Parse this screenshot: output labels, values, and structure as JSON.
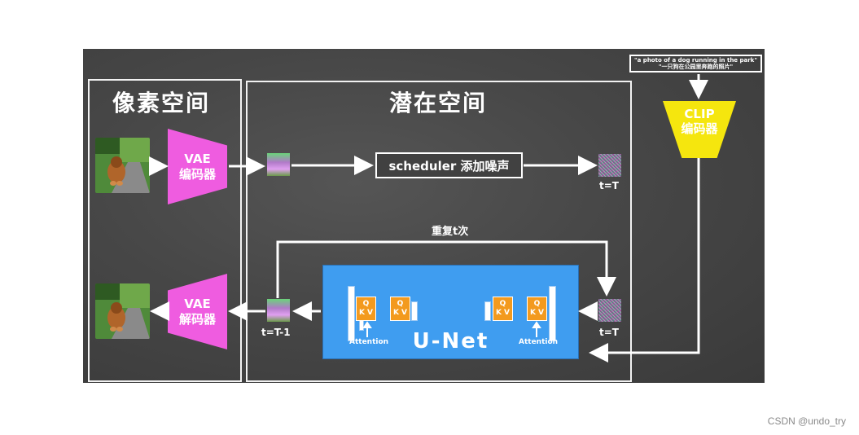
{
  "pixel_space": {
    "title": "像素空间"
  },
  "latent_space": {
    "title": "潜在空间"
  },
  "vae_encoder": {
    "line1": "VAE",
    "line2": "编码器"
  },
  "vae_decoder": {
    "line1": "VAE",
    "line2": "解码器"
  },
  "scheduler": {
    "label": "scheduler 添加噪声"
  },
  "loop": {
    "label": "重复t次"
  },
  "timesteps": {
    "top_right": "t=T",
    "bottom_right": "t=T",
    "bottom_left": "t=T-1"
  },
  "unet": {
    "label": "U-Net",
    "q": "Q",
    "kv": "K V",
    "attention": "Attention"
  },
  "clip": {
    "prompt_en": "\"a photo of a dog running in the park\"",
    "prompt_zh": "\"一只狗在公园里奔跑的照片\"",
    "line1": "CLIP",
    "line2": "编码器"
  },
  "watermark": "CSDN @undo_try",
  "colors": {
    "board": "#474747",
    "vae": "#ef5ce0",
    "unet": "#3f9df0",
    "qkv": "#f39a1e",
    "clip": "#f5e60e",
    "lines": "#ffffff"
  }
}
